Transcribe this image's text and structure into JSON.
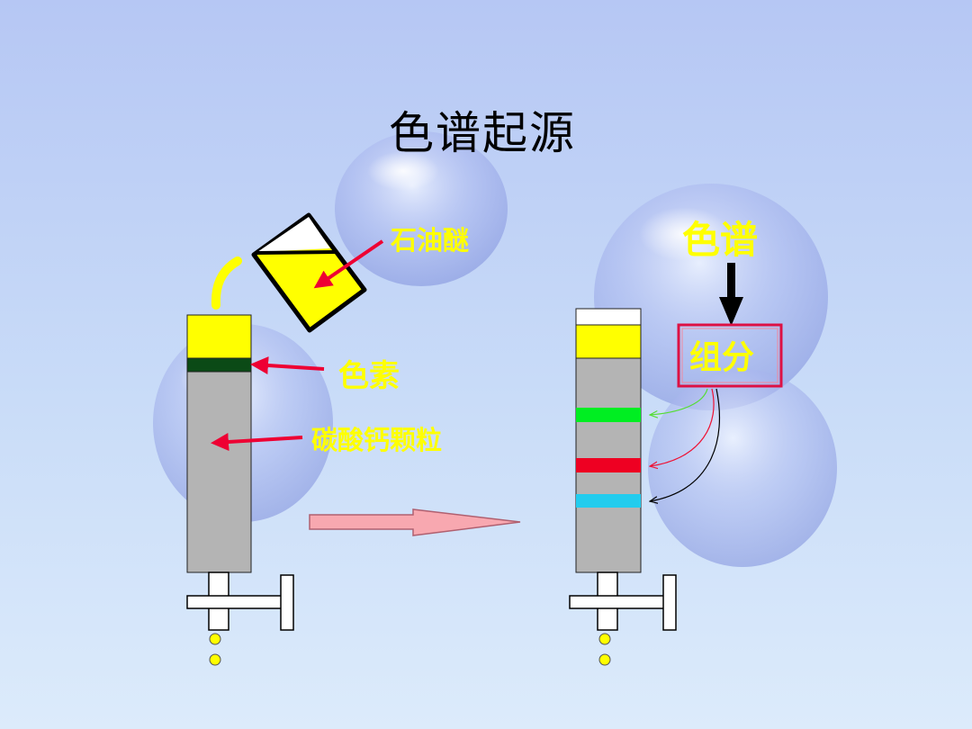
{
  "title": "色谱起源",
  "labels": {
    "solvent": "石油醚",
    "pigment": "色素",
    "particles": "碳酸钙颗粒",
    "chromatography": "色谱",
    "components": "组分"
  },
  "colors": {
    "background_top": "#b8c9f5",
    "background_bottom": "#d9e9fb",
    "highlight_text": "#ffff00",
    "arrow_red": "#ee0033",
    "column_gray": "#b4b4b4",
    "solvent_yellow": "#ffff00",
    "pigment_dark_green": "#0b4a16",
    "band_green": "#00ee22",
    "band_red": "#ee0022",
    "band_cyan": "#22ccee",
    "flow_arrow_pink": "#f8a8b0",
    "components_box_border": "#dd1144"
  }
}
